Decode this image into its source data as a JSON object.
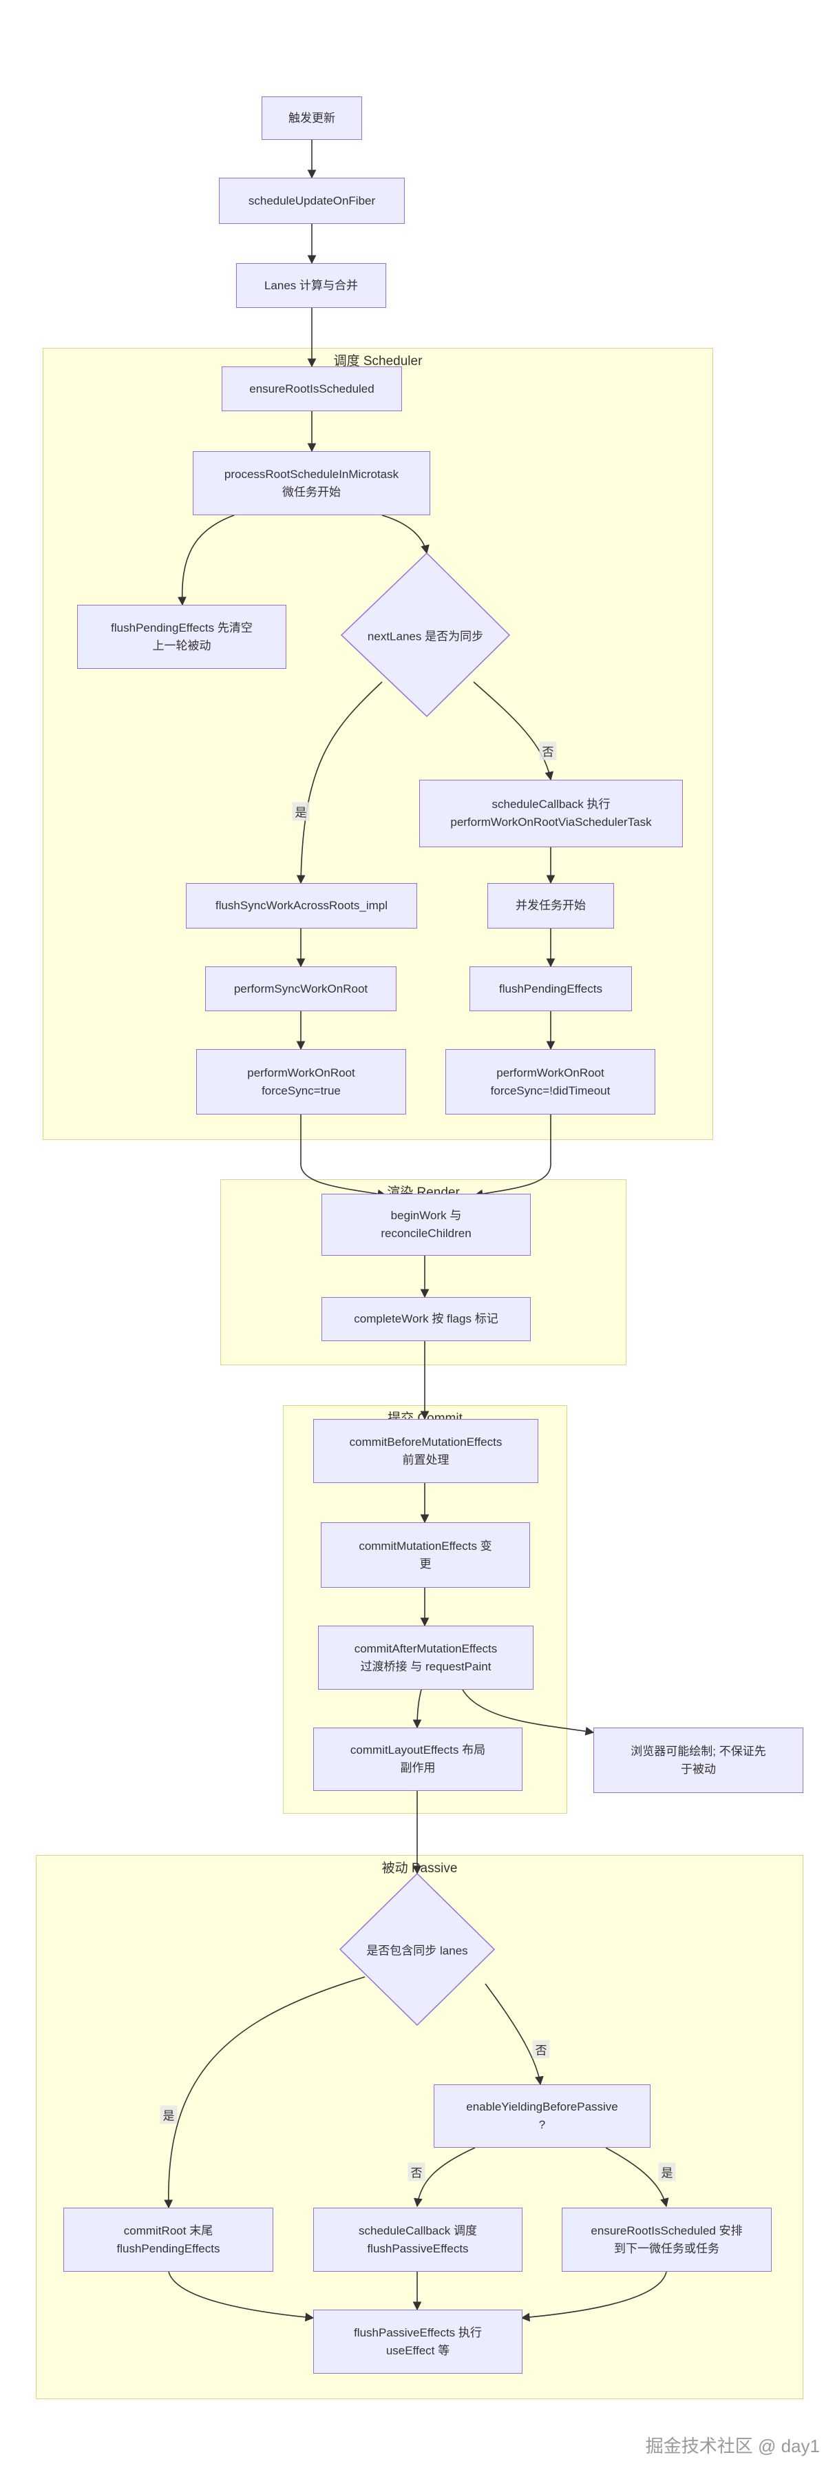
{
  "groups": {
    "scheduler": "调度 Scheduler",
    "render": "渲染 Render",
    "commit": "提交 Commit",
    "passive": "被动 Passive"
  },
  "nodes": {
    "trigger": "触发更新",
    "scheduleUpdateOnFiber": "scheduleUpdateOnFiber",
    "lanes": "Lanes 计算与合并",
    "ensureRootIsScheduled": "ensureRootIsScheduled",
    "processRootSchedule": "processRootScheduleInMicrotask\n微任务开始",
    "flushPendingFirst": "flushPendingEffects 先清空\n上一轮被动",
    "nextLanesSync": "nextLanes 是否为同步",
    "scheduleCallbackTask": "scheduleCallback 执行\nperformWorkOnRootViaSchedulerTask",
    "flushSyncWork": "flushSyncWorkAcrossRoots_impl",
    "concurrentStart": "并发任务开始",
    "performSyncWorkOnRoot": "performSyncWorkOnRoot",
    "flushPendingEffects": "flushPendingEffects",
    "performWorkSync": "performWorkOnRoot\nforceSync=true",
    "performWorkIdle": "performWorkOnRoot\nforceSync=!didTimeout",
    "beginWork": "beginWork 与\nreconcileChildren",
    "completeWork": "completeWork 按 flags 标记",
    "commitBefore": "commitBeforeMutationEffects\n前置处理",
    "commitMutation": "commitMutationEffects 变\n更",
    "commitAfter": "commitAfterMutationEffects\n过渡桥接 与 requestPaint",
    "browserPaint": "浏览器可能绘制; 不保证先\n于被动",
    "commitLayout": "commitLayoutEffects 布局\n副作用",
    "hasSyncLanes": "是否包含同步 lanes",
    "enableYielding": "enableYieldingBeforePassive\n?",
    "commitRootTail": "commitRoot 末尾\nflushPendingEffects",
    "scheduleCallbackPassive": "scheduleCallback 调度\nflushPassiveEffects",
    "ensureNextTask": "ensureRootIsScheduled 安排\n到下一微任务或任务",
    "flushPassiveEffects": "flushPassiveEffects 执行\nuseEffect 等"
  },
  "edge_labels": {
    "yes": "是",
    "no": "否"
  },
  "colors": {
    "node_fill": "#ececff",
    "node_stroke": "#9370db",
    "group_fill": "#ffffde",
    "group_stroke": "#d6d68a",
    "edge": "#333333",
    "label_bg": "#e8e8e8"
  },
  "watermark": "掘金技术社区 @ day1"
}
